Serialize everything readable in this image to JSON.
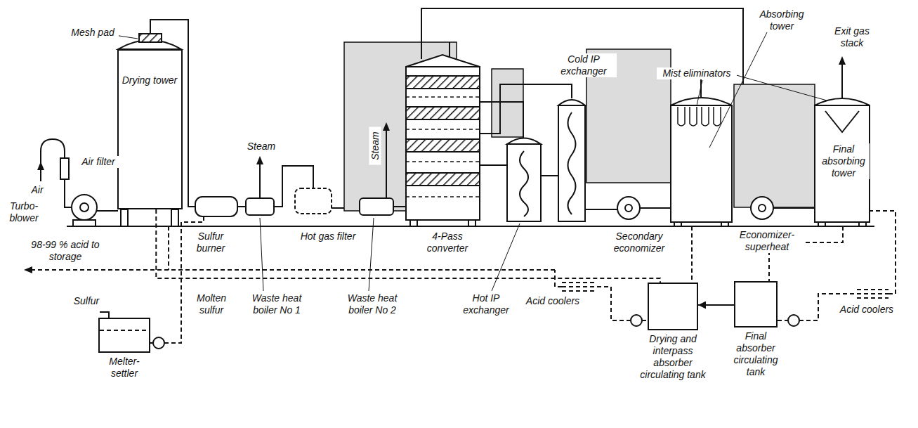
{
  "diagram": {
    "nodes": [
      {
        "text": [
          "Drying tower"
        ]
      },
      {
        "text": [
          "Melter- settler"
        ]
      },
      {
        "text": [
          "Drying and interpass absorber circulating tank"
        ]
      },
      {
        "text": [
          "Final absorber circulating tank"
        ]
      }
    ],
    "edges": [
      {
        "from": 0,
        "to": 2,
        "arrow": "none"
      },
      {
        "from": 3,
        "to": 2,
        "arrow": "to"
      }
    ],
    "labels": [
      "Mesh pad",
      "Air",
      "Air filter",
      "Turbo- blower",
      "98-99 % acid to storage",
      "Sulfur",
      "Molten sulfur",
      "Sulfur burner",
      "Steam",
      "Waste heat boiler No 1",
      "Hot gas filter",
      "Steam",
      "Waste heat boiler No 2",
      "4-Pass converter",
      "Hot IP exchanger",
      "Cold IP exchanger",
      "Secondary economizer",
      "Mist eliminators",
      "Absorbing tower",
      "Exit gas stack",
      "Final absorbing tower",
      "Economizer- superheat",
      "Acid coolers",
      "Acid coolers"
    ]
  }
}
